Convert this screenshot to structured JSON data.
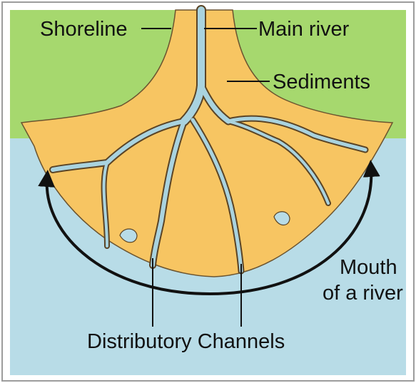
{
  "labels": {
    "shoreline": "Shoreline",
    "main_river": "Main river",
    "sediments": "Sediments",
    "mouth_line1": "Mouth",
    "mouth_line2": "of a river",
    "distributory_channels": "Distributory Channels"
  },
  "colors": {
    "land": "#a6d86e",
    "sediment": "#f7c562",
    "water": "#b8dce7",
    "channel": "#a9d3df",
    "outline": "#5a4426",
    "arrow": "#111111",
    "frame": "#9c9c9c"
  }
}
